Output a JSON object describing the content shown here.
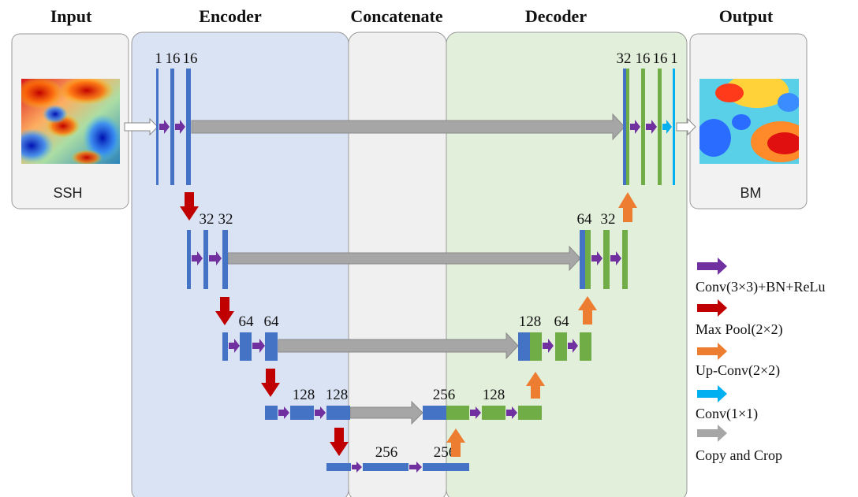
{
  "headers": {
    "input": "Input",
    "encoder": "Encoder",
    "concatenate": "Concatenate",
    "decoder": "Decoder",
    "output": "Output"
  },
  "input_label": "SSH",
  "output_label": "BM",
  "channels": {
    "enc1": [
      "1",
      "16",
      "16"
    ],
    "enc2": [
      "32",
      "32"
    ],
    "enc3": [
      "64",
      "64"
    ],
    "enc4": [
      "128",
      "128"
    ],
    "bottom": [
      "256",
      "256"
    ],
    "dec4": [
      "256",
      "128"
    ],
    "dec3": [
      "128",
      "64"
    ],
    "dec2": [
      "64",
      "32"
    ],
    "dec1": [
      "32",
      "16",
      "16",
      "1"
    ]
  },
  "legend": [
    {
      "label": "Conv(3×3)+BN+ReLu",
      "color": "#7030a0",
      "icon": "purple-arrow-icon"
    },
    {
      "label": "Max Pool(2×2)",
      "color": "#c00000",
      "icon": "red-arrow-icon"
    },
    {
      "label": "Up-Conv(2×2)",
      "color": "#ed7d31",
      "icon": "orange-arrow-icon"
    },
    {
      "label": "Conv(1×1)",
      "color": "#00b0f0",
      "icon": "cyan-arrow-icon"
    },
    {
      "label": "Copy and Crop",
      "color": "#999999",
      "icon": "gray-arrow-icon"
    }
  ],
  "colors": {
    "encoder_block": "#4472c4",
    "decoder_block": "#70ad47",
    "encoder_panel": "#dae3f3",
    "decoder_panel": "#e2efda",
    "concat_panel": "#f0f0f0",
    "io_panel": "#f2f2f2"
  }
}
